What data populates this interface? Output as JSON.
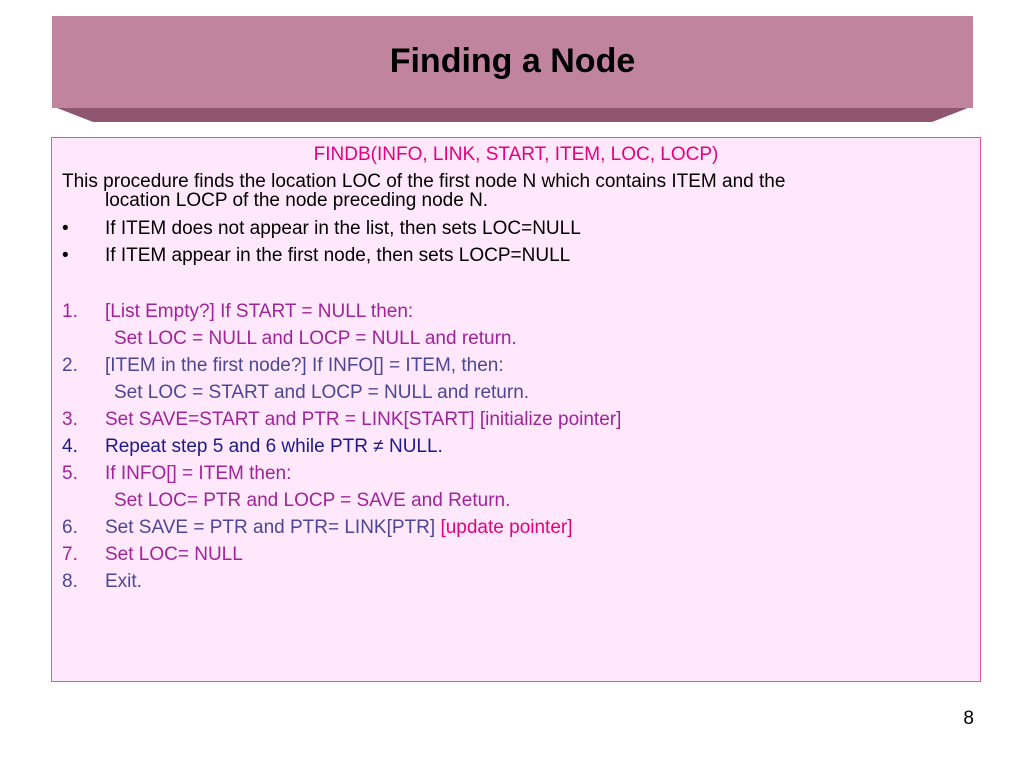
{
  "slide": {
    "title": "Finding a Node",
    "page_number": "8"
  },
  "content": {
    "heading": "FINDB(INFO, LINK, START, ITEM, LOC, LOCP)",
    "description_line1": "This procedure finds the location LOC of the first node N which contains ITEM and the",
    "description_line2": "location LOCP of the node preceding node N.",
    "bullets": [
      {
        "mark": "•",
        "text": "If ITEM does not appear in the list, then sets LOC=NULL"
      },
      {
        "mark": "•",
        "text": "If ITEM appear in the first node, then sets LOCP=NULL"
      }
    ],
    "steps": [
      {
        "num": "1.",
        "text": "[List Empty?] If START = NULL then:",
        "sub": "Set LOC = NULL and LOCP = NULL and return."
      },
      {
        "num": "2.",
        "text": "[ITEM in the first node?] If INFO[] = ITEM, then:",
        "sub": "Set LOC = START and LOCP = NULL and return."
      },
      {
        "num": "3.",
        "text": "Set SAVE=START and PTR = LINK[START] [initialize pointer]"
      },
      {
        "num": "4.",
        "text": "Repeat step 5 and 6 while PTR ≠ NULL."
      },
      {
        "num": "5.",
        "text": "If INFO[] = ITEM then:",
        "sub": "Set LOC= PTR and LOCP = SAVE and Return."
      },
      {
        "num": "6.",
        "text": "Set SAVE = PTR and PTR= LINK[PTR]",
        "comment": "[update pointer]"
      },
      {
        "num": "7.",
        "text": "Set LOC= NULL"
      },
      {
        "num": "8.",
        "text": "Exit."
      }
    ]
  },
  "colors": {
    "banner_fill": "#c0849f",
    "banner_shadow": "#8e5670",
    "box_fill": "#ffe8fb",
    "box_border": "#e8559e",
    "heading": "#e6007e",
    "step_purple": "#a0239b",
    "step_slate": "#4b4794",
    "step_navy": "#1a1a8c"
  }
}
